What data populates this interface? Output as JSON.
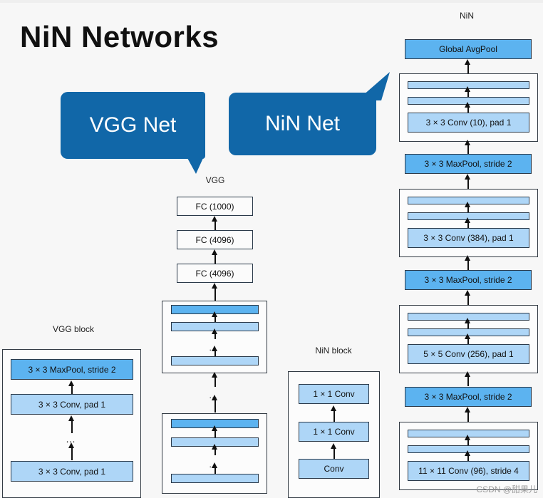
{
  "page": {
    "title": "NiN Networks",
    "background_color": "#f7f7f7",
    "bubble_color": "#1167a8",
    "box_light_color": "#aed6f7",
    "box_medium_color": "#5cb3f0",
    "watermark": "CSDN @甜果儿"
  },
  "bubbles": {
    "vgg": "VGG Net",
    "nin": "NiN Net"
  },
  "captions": {
    "vgg_block": "VGG block",
    "vgg": "VGG",
    "nin_block": "NiN block",
    "nin": "NiN"
  },
  "vgg_block": {
    "rows": [
      {
        "label": "3 × 3 MaxPool, stride 2",
        "style": "medium"
      },
      {
        "label": "3 × 3 Conv, pad 1",
        "style": "light"
      },
      {
        "label": "…",
        "style": "dots"
      },
      {
        "label": "3 × 3 Conv, pad 1",
        "style": "light"
      }
    ]
  },
  "nin_block": {
    "rows": [
      {
        "label": "1 × 1 Conv",
        "style": "light"
      },
      {
        "label": "1 × 1 Conv",
        "style": "light"
      },
      {
        "label": "Conv",
        "style": "light"
      }
    ]
  },
  "vgg_column": {
    "fc": [
      {
        "label": "FC (1000)"
      },
      {
        "label": "FC (4096)"
      },
      {
        "label": "FC (4096)"
      }
    ],
    "group_top": {
      "rows": [
        {
          "label": "",
          "style": "medium"
        },
        {
          "label": "",
          "style": "light"
        },
        {
          "label": "…",
          "style": "dots"
        },
        {
          "label": "",
          "style": "light"
        }
      ]
    },
    "group_bottom": {
      "rows": [
        {
          "label": "",
          "style": "medium"
        },
        {
          "label": "",
          "style": "light"
        },
        {
          "label": "…",
          "style": "dots"
        },
        {
          "label": "",
          "style": "light"
        }
      ]
    },
    "between_groups_dots": "…"
  },
  "nin_column": {
    "stack": [
      {
        "kind": "box",
        "label": "Global AvgPool",
        "style": "medium"
      },
      {
        "kind": "group",
        "rows": [
          {
            "label": "",
            "style": "light"
          },
          {
            "label": "",
            "style": "light"
          },
          {
            "label": "3 × 3 Conv (10), pad 1",
            "style": "light"
          }
        ]
      },
      {
        "kind": "box",
        "label": "3 × 3 MaxPool, stride 2",
        "style": "medium"
      },
      {
        "kind": "group",
        "rows": [
          {
            "label": "",
            "style": "light"
          },
          {
            "label": "",
            "style": "light"
          },
          {
            "label": "3 × 3 Conv (384), pad 1",
            "style": "light"
          }
        ]
      },
      {
        "kind": "box",
        "label": "3 × 3 MaxPool, stride 2",
        "style": "medium"
      },
      {
        "kind": "group",
        "rows": [
          {
            "label": "",
            "style": "light"
          },
          {
            "label": "",
            "style": "light"
          },
          {
            "label": "5 × 5 Conv (256), pad 1",
            "style": "light"
          }
        ]
      },
      {
        "kind": "box",
        "label": "3 × 3 MaxPool, stride 2",
        "style": "medium"
      },
      {
        "kind": "group",
        "rows": [
          {
            "label": "",
            "style": "light"
          },
          {
            "label": "",
            "style": "light"
          },
          {
            "label": "11 × 11 Conv (96), stride 4",
            "style": "light"
          }
        ]
      }
    ]
  }
}
